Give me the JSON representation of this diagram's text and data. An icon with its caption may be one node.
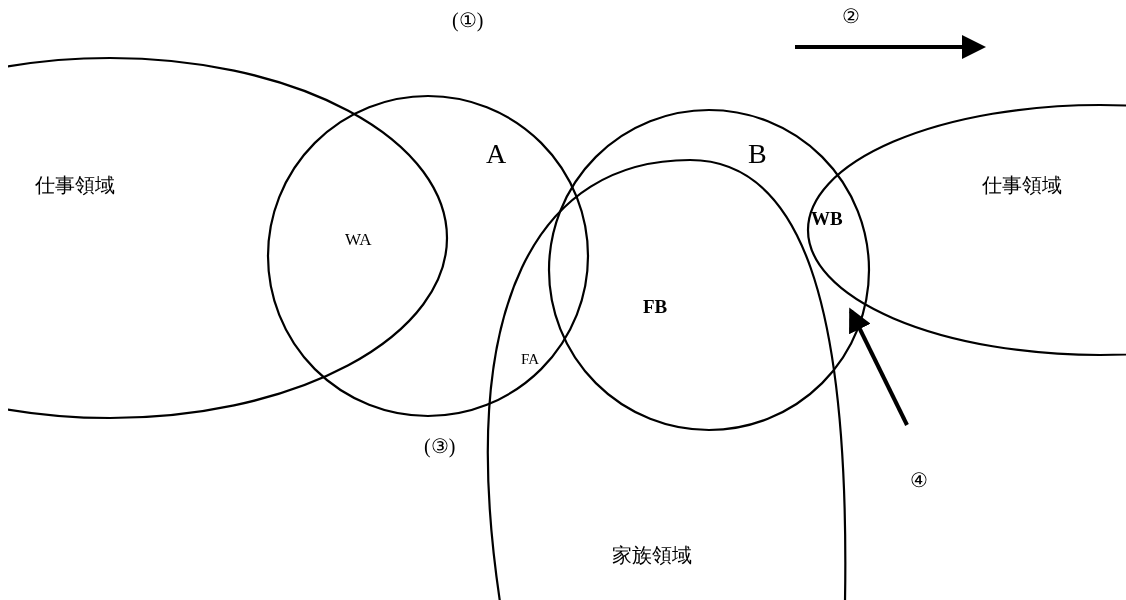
{
  "diagram": {
    "nodes": [
      {
        "text": [
          "仕事領域"
        ]
      },
      {
        "text": [
          "A"
        ]
      },
      {
        "text": [
          "B"
        ]
      },
      {
        "text": [
          "仕事領域"
        ]
      },
      {
        "text": [
          "家族領域"
        ]
      }
    ],
    "labels": [
      "(①)",
      "②",
      "WA",
      "WB",
      "FB",
      "FA",
      "(③)",
      "④"
    ]
  }
}
